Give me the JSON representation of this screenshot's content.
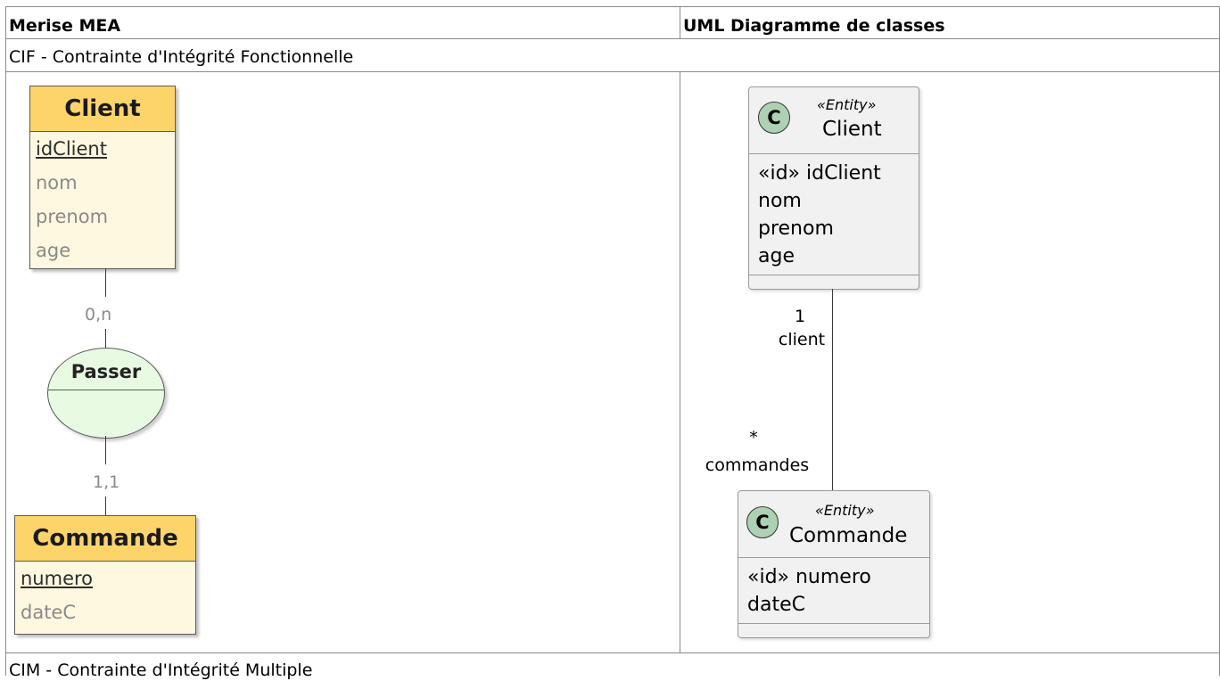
{
  "table": {
    "headers": [
      "Merise MEA",
      "UML Diagramme de classes"
    ],
    "rows": [
      {
        "title": "CIF - Contrainte d'Intégrité Fonctionnelle"
      },
      {
        "title": "CIM - Contrainte d'Intégrité Multiple"
      }
    ]
  },
  "merise": {
    "client": {
      "name": "Client",
      "attributes": [
        {
          "name": "idClient",
          "key": true
        },
        {
          "name": "nom",
          "key": false
        },
        {
          "name": "prenom",
          "key": false
        },
        {
          "name": "age",
          "key": false
        }
      ]
    },
    "association": {
      "name": "Passer"
    },
    "card_client": "0,n",
    "card_commande": "1,1",
    "commande": {
      "name": "Commande",
      "attributes": [
        {
          "name": "numero",
          "key": true
        },
        {
          "name": "dateC",
          "key": false
        }
      ]
    }
  },
  "uml": {
    "client": {
      "icon": "C",
      "stereotype": "«Entity»",
      "name": "Client",
      "attributes": [
        "«id» idClient",
        "nom",
        "prenom",
        "age"
      ]
    },
    "commande": {
      "icon": "C",
      "stereotype": "«Entity»",
      "name": "Commande",
      "attributes": [
        "«id» numero",
        "dateC"
      ]
    },
    "end_client": {
      "multiplicity": "1",
      "role": "client"
    },
    "end_commande": {
      "multiplicity": "*",
      "role": "commandes"
    }
  }
}
